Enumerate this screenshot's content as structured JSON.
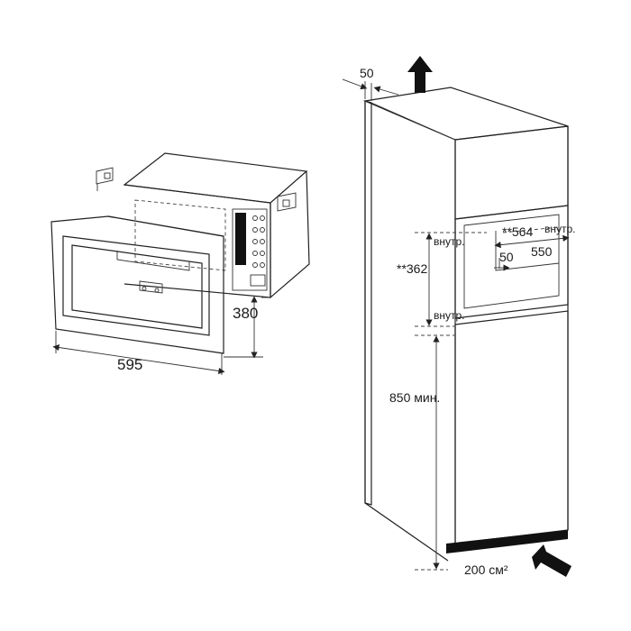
{
  "microwave": {
    "width_label": "595",
    "height_label": "380"
  },
  "cabinet": {
    "top_gap_label": "50",
    "inner_depth_label": "**564",
    "inner_depth_suffix": "внутр.",
    "depth_label": "550",
    "rear_gap_label": "50",
    "inner_height_label": "**362",
    "inner_top_note": "внутр.",
    "inner_bottom_note": "внутр.",
    "base_height_label": "850 мин.",
    "vent_area_label": "200 см²"
  },
  "colors": {
    "line": "#222222",
    "accent_fill": "#111111"
  }
}
